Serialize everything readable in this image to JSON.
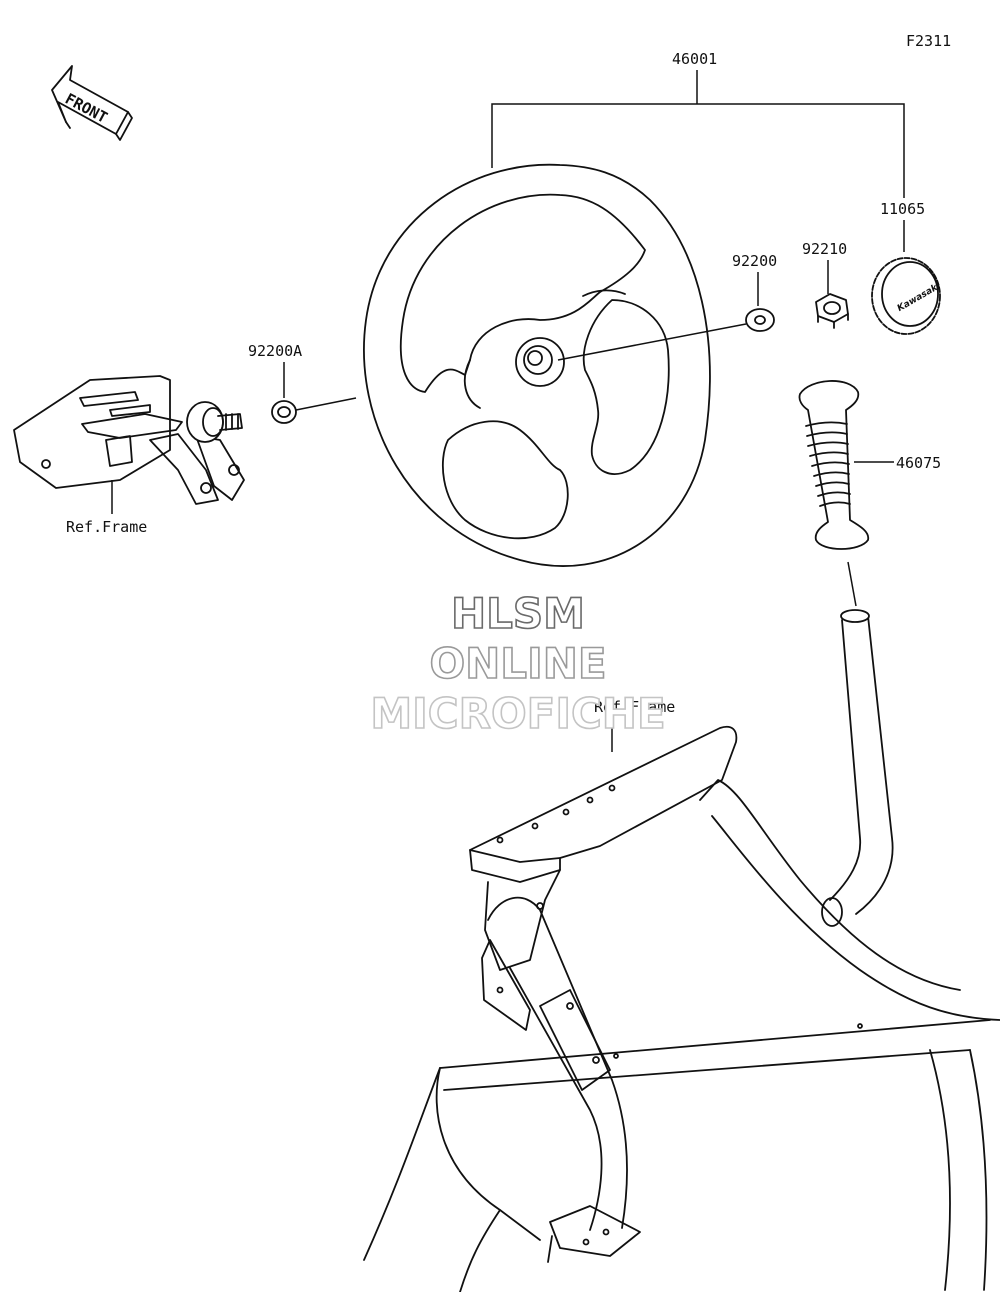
{
  "diagram": {
    "code": "F2311",
    "front_label": "FRONT",
    "parts": {
      "p46001": "46001",
      "p11065": "11065",
      "p92200": "92200",
      "p92210": "92210",
      "p92200A": "92200A",
      "p46075": "46075"
    },
    "refs": {
      "frame_left": "Ref.Frame",
      "frame_bottom": "Ref.Frame"
    },
    "watermark": {
      "line1": "HLSM",
      "line2": "ONLINE",
      "line3": "MICROFICHE"
    },
    "logo_text": "Kawasaki",
    "colors": {
      "line": "#111111",
      "watermark_stroke_1": "#6a6a6a",
      "watermark_stroke_2": "#9a9a9a",
      "watermark_stroke_3": "#c4c4c4"
    }
  }
}
